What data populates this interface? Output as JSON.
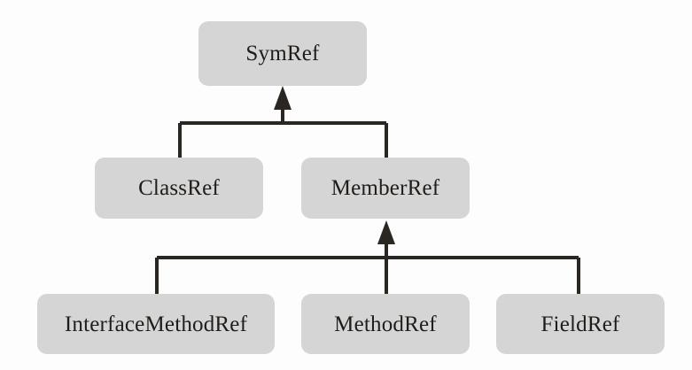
{
  "diagram": {
    "type": "class-hierarchy",
    "title": "",
    "background_color": "#fdfdfd",
    "node_fill_color": "#d5d5d5",
    "edge_color": "#2a2622",
    "text_color": "#201c18",
    "relationship": "generalization",
    "nodes": [
      {
        "id": "symref",
        "label": "SymRef",
        "level": 1
      },
      {
        "id": "classref",
        "label": "ClassRef",
        "level": 2
      },
      {
        "id": "memberref",
        "label": "MemberRef",
        "level": 2
      },
      {
        "id": "interfacemethodref",
        "label": "InterfaceMethodRef",
        "level": 3
      },
      {
        "id": "methodref",
        "label": "MethodRef",
        "level": 3
      },
      {
        "id": "fieldref",
        "label": "FieldRef",
        "level": 3
      }
    ],
    "edges": [
      {
        "from": "classref",
        "to": "symref",
        "arrow": "hollow-up-triangle-filled"
      },
      {
        "from": "memberref",
        "to": "symref",
        "arrow": "hollow-up-triangle-filled"
      },
      {
        "from": "interfacemethodref",
        "to": "memberref",
        "arrow": "hollow-up-triangle-filled"
      },
      {
        "from": "methodref",
        "to": "memberref",
        "arrow": "hollow-up-triangle-filled"
      },
      {
        "from": "fieldref",
        "to": "memberref",
        "arrow": "hollow-up-triangle-filled"
      }
    ]
  }
}
